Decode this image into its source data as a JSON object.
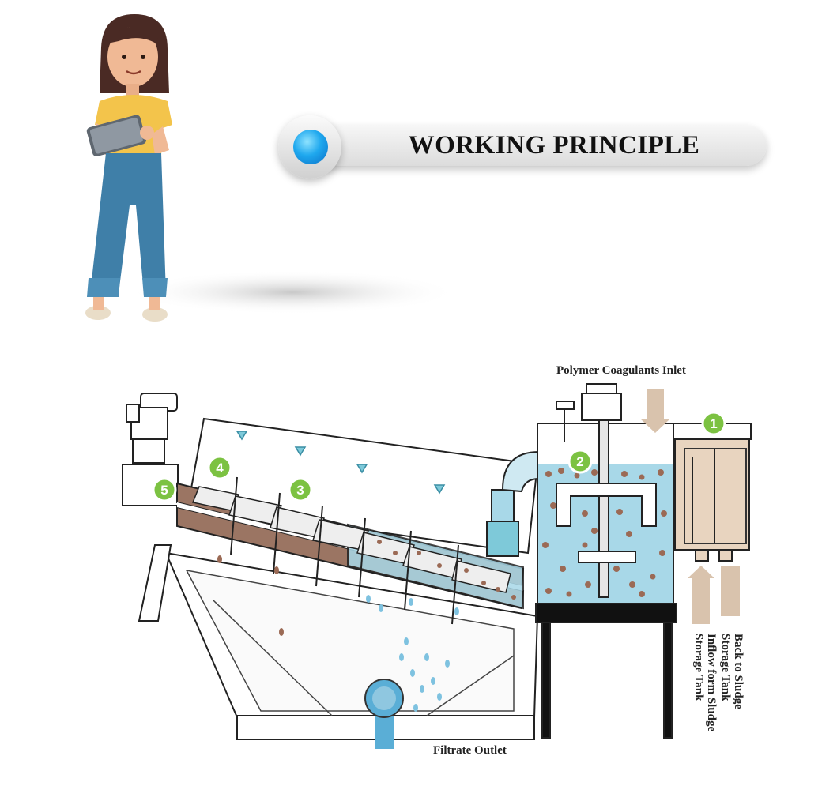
{
  "title": "WORKING PRINCIPLE",
  "labels": {
    "polymer_inlet": "Polymer Coagulants Inlet",
    "filtrate_outlet": "Filtrate Outlet",
    "back_to_sludge_line1": "Back to Sludge",
    "back_to_sludge_line2": "Storage Tank",
    "inflow_line1": "Inflow form Sludge",
    "inflow_line2": "Storage Tank"
  },
  "steps": [
    "1",
    "2",
    "3",
    "4",
    "5"
  ],
  "colors": {
    "accent_blue": "#1fa8ee",
    "water": "#a8d8e8",
    "sludge": "#9b7563",
    "badge_green": "#7cc242",
    "tank_beige": "#e8d4bf"
  }
}
